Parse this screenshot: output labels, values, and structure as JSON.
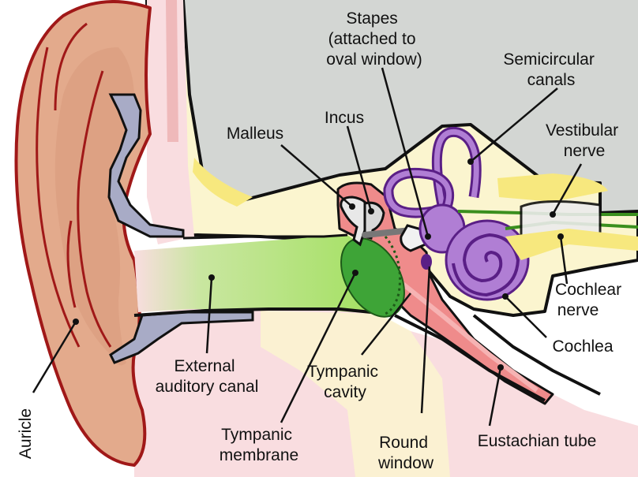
{
  "labels": {
    "stapes": [
      "Stapes",
      "(attached to",
      "oval window)"
    ],
    "semicircular": [
      "Semicircular",
      "canals"
    ],
    "malleus": [
      "Malleus"
    ],
    "incus": [
      "Incus"
    ],
    "vestibular": [
      "Vestibular",
      "nerve"
    ],
    "cochlear_nerve": [
      "Cochlear",
      "nerve"
    ],
    "cochlea": [
      "Cochlea"
    ],
    "external_canal": [
      "External",
      "auditory canal"
    ],
    "tympanic_cavity": [
      "Tympanic",
      "cavity"
    ],
    "auricle": [
      "Auricle"
    ],
    "tympanic_membrane": [
      "Tympanic",
      "membrane"
    ],
    "round_window": [
      "Round",
      "window"
    ],
    "eustachian": [
      "Eustachian tube"
    ]
  },
  "colors": {
    "skull": "#d3d6d3",
    "bone": "#fbf5cf",
    "bone_yellow": "#f7e87e",
    "skin": "#f9dde0",
    "auricle": "#e3aa8c",
    "ear_edge": "#a01818",
    "cartilage": "#a8abc6",
    "canal": "#a6db59",
    "membrane": "#3ea437",
    "cavity": "#ef8b8b",
    "inner_ear": "#b07ed4",
    "inner_ear_edge": "#5a1f86",
    "nerve": "#3a8f1e"
  }
}
